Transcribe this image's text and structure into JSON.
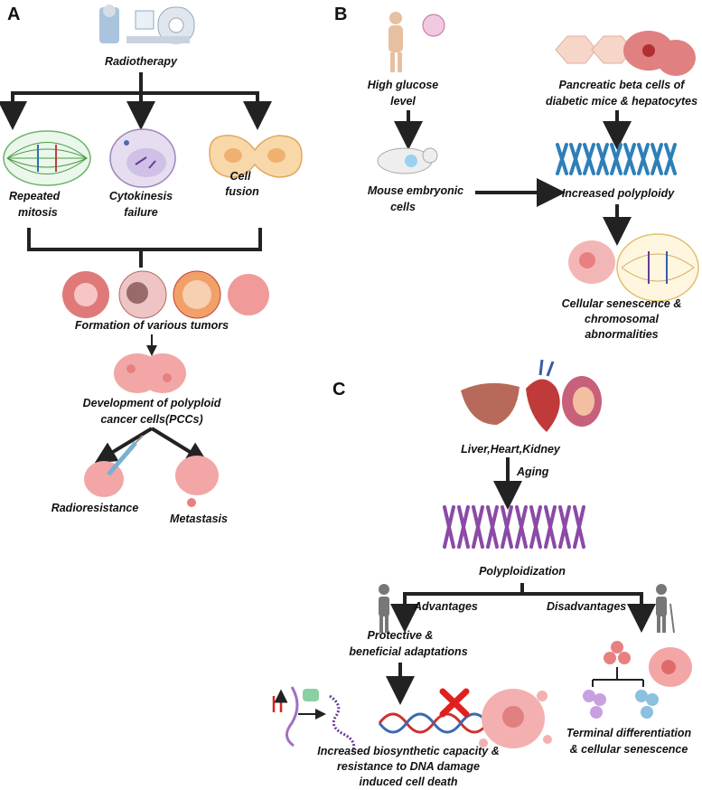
{
  "panels": {
    "a": "A",
    "b": "B",
    "c": "C"
  },
  "panel_a": {
    "radiotherapy": "Radiotherapy",
    "repeated_mitosis": [
      "Repeated",
      "mitosis"
    ],
    "cytokinesis_failure": [
      "Cytokinesis",
      "failure"
    ],
    "cell_fusion": [
      "Cell",
      "fusion"
    ],
    "formation_tumors": "Formation of various tumors",
    "development_pccs": [
      "Development of polyploid",
      "cancer cells(PCCs)"
    ],
    "radioresistance": "Radioresistance",
    "metastasis": "Metastasis"
  },
  "panel_b": {
    "high_glucose": [
      "High glucose",
      "level"
    ],
    "pancreatic": [
      "Pancreatic beta cells of",
      "diabetic mice & hepatocytes"
    ],
    "mouse_embryonic": [
      "Mouse embryonic",
      "cells"
    ],
    "increased_polyploidy": "Increased polyploidy",
    "senescence": [
      "Cellular senescence &",
      "chromosomal",
      "abnormalities"
    ]
  },
  "panel_c": {
    "organs": "Liver,Heart,Kidney",
    "aging": "Aging",
    "polyploidization": "Polyploidization",
    "advantages": "Advantages",
    "disadvantages": "Disadvantages",
    "protective": [
      "Protective &",
      "beneficial adaptations"
    ],
    "terminal": [
      "Terminal differentiation",
      "& cellular senescence"
    ],
    "biosynthetic": [
      "Increased biosynthetic capacity &",
      "resistance to DNA damage",
      "induced cell death"
    ]
  },
  "colors": {
    "arrow": "#222222",
    "chromosome_blue": "#2e7fb8",
    "chromosome_purple": "#8a4aa6",
    "tumor_pink": "#e88a8a",
    "red_cross": "#e02020"
  }
}
